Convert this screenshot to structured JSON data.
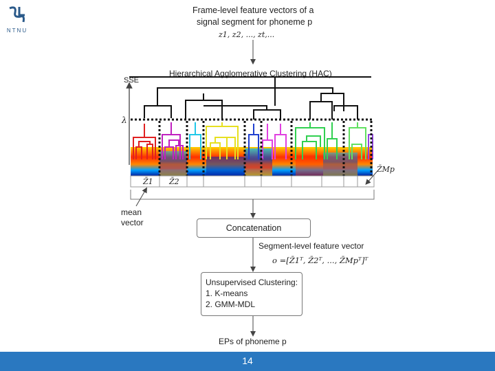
{
  "logo": {
    "text": "NTNU",
    "mark": "SL"
  },
  "header": {
    "line1": "Frame-level feature vectors of a",
    "line2": "signal segment for phoneme p",
    "sequence": "z1, z2, ..., zt,..."
  },
  "hac": {
    "title": "Hierarchical Agglomerative Clustering (HAC)",
    "sse_label": "SSE",
    "lambda_label": "λ",
    "z1_label": "Z̄1",
    "z2_label": "Z̄2",
    "zm_label": "Z̄Mp"
  },
  "mean_vector": {
    "line1": "mean",
    "line2": "vector"
  },
  "concat_box": {
    "label": "Concatenation"
  },
  "segment": {
    "label": "Segment-level feature vector",
    "formula": "o =[Z̄1ᵀ, Z̄2ᵀ, ..., Z̄Mpᵀ]ᵀ"
  },
  "clustering_box": {
    "title": "Unsupervised Clustering:",
    "item1": "1.   K-means",
    "item2": "2.   GMM-MDL"
  },
  "output": {
    "label": "EPs of phoneme p"
  },
  "footer": {
    "page_number": "14",
    "color": "#2a78c0"
  },
  "colors": {
    "red": "#e02020",
    "magenta": "#c020c0",
    "cyan": "#20c8e8",
    "yellow": "#e6e020",
    "blue": "#2040d0",
    "pink": "#e040e0",
    "green": "#30d050",
    "lime": "#60e060",
    "purple": "#9040e0"
  }
}
